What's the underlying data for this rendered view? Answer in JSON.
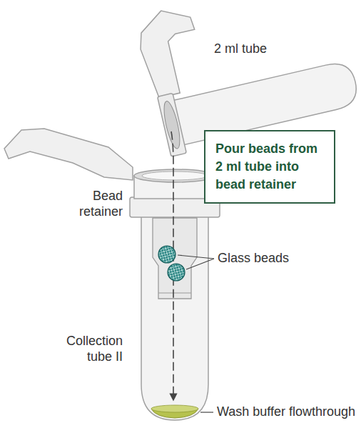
{
  "diagram": {
    "nodes": [
      {
        "text": [
          "Pour beads from 2 ml tube into bead retainer"
        ]
      }
    ],
    "labels": [
      "2 ml tube",
      "Bead retainer",
      "Glass beads",
      "Collection tube II",
      "Wash buffer flowthrough"
    ]
  }
}
